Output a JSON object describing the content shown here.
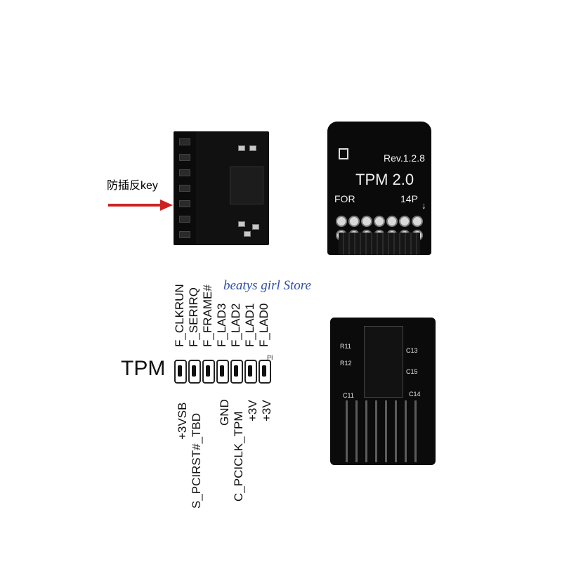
{
  "annotation": {
    "key_label": "防插反key",
    "arrow_color": "#cc2222",
    "label_color": "#2a4a9a"
  },
  "front_module": {
    "rev": "Rev.1.2.8",
    "title": "TPM 2.0",
    "for_label": "FOR",
    "pins_label": "14P",
    "arrow_glyph": "↓"
  },
  "watermark": {
    "text": "beatys girl Store",
    "color": "#2f4fa8"
  },
  "pinout": {
    "connector_label": "TPM",
    "pin1_marker": "PI",
    "top_row": [
      "F_CLKRUN",
      "F_SERIRQ",
      "F_FRAME#",
      "F_LAD3",
      "F_LAD2",
      "F_LAD1",
      "F_LAD0"
    ],
    "bottom_row": [
      "+3VSB",
      "S_PCIRST#_TBD",
      "GND",
      "C_PCICLK_TPM",
      "+3V",
      "+3V"
    ]
  },
  "back_module": {
    "labels": [
      "R11",
      "R12",
      "C11",
      "C13",
      "C15",
      "C14"
    ]
  }
}
